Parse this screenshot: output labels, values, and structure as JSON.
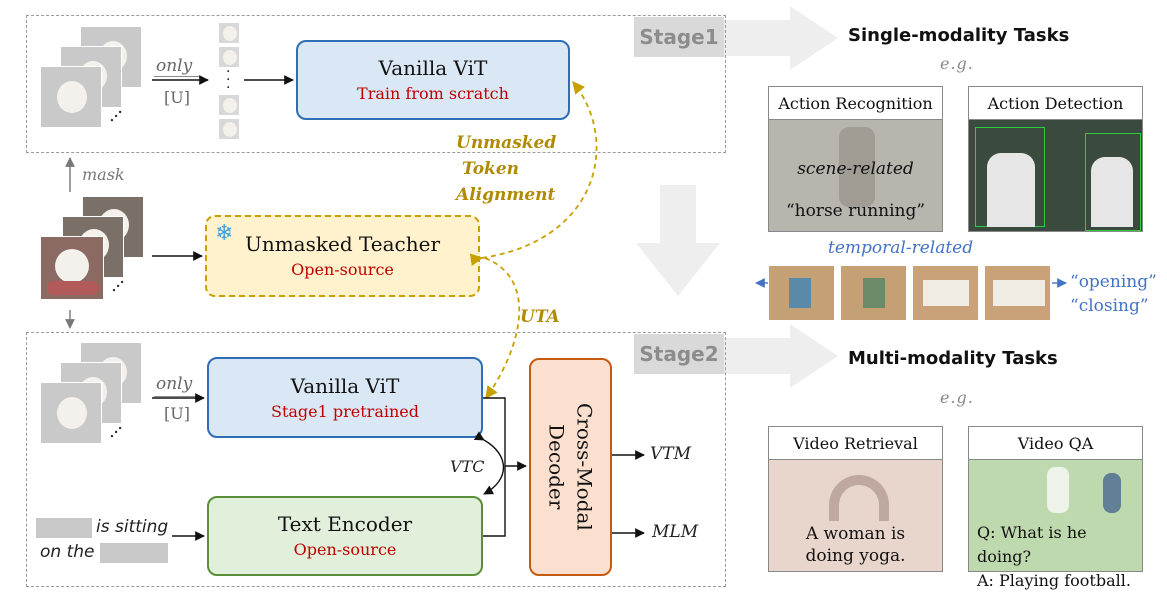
{
  "stage1": {
    "tag": "Stage1",
    "only": "only",
    "u": "[U]",
    "vit_title": "Vanilla ViT",
    "vit_sub": "Train from scratch"
  },
  "mask_label": "mask",
  "uta_long": [
    "Unmasked",
    "Token",
    "Alignment"
  ],
  "uta_short": "UTA",
  "teacher": {
    "title": "Unmasked Teacher",
    "sub": "Open-source",
    "icon": "snowflake-icon"
  },
  "stage2": {
    "tag": "Stage2",
    "only": "only",
    "u": "[U]",
    "vit_title": "Vanilla ViT",
    "vit_sub": "Stage1 pretrained",
    "text_title": "Text Encoder",
    "text_sub": "Open-source",
    "decoder": "Cross-Modal Decoder",
    "vtc": "VTC",
    "vtm": "VTM",
    "mlm": "MLM",
    "caption_1": "is sitting",
    "caption_2": "on the"
  },
  "right": {
    "single_header": "Single-modality Tasks",
    "eg1": "e.g.",
    "action_recognition": "Action Recognition",
    "scene_related": "scene-related",
    "horse_running": "“horse running”",
    "action_detection": "Action Detection",
    "temporal_related": "temporal-related",
    "opening": "“opening”",
    "closing": "“closing”",
    "multi_header": "Multi-modality Tasks",
    "eg2": "e.g.",
    "video_retrieval": "Video Retrieval",
    "yoga_1": "A woman is",
    "yoga_2": "doing yoga.",
    "video_qa": "Video QA",
    "qa_q": "Q: What is he doing?",
    "qa_a": "A: Playing football."
  },
  "colors": {
    "vit_fill": "#dae8f5",
    "vit_border": "#2f6db5",
    "text_fill": "#e2efda",
    "teacher_fill": "#fff2cc",
    "decoder_fill": "#fbe0cf",
    "accent_red": "#c00000",
    "gold": "#b08a00",
    "temporal_blue": "#4472c4"
  }
}
